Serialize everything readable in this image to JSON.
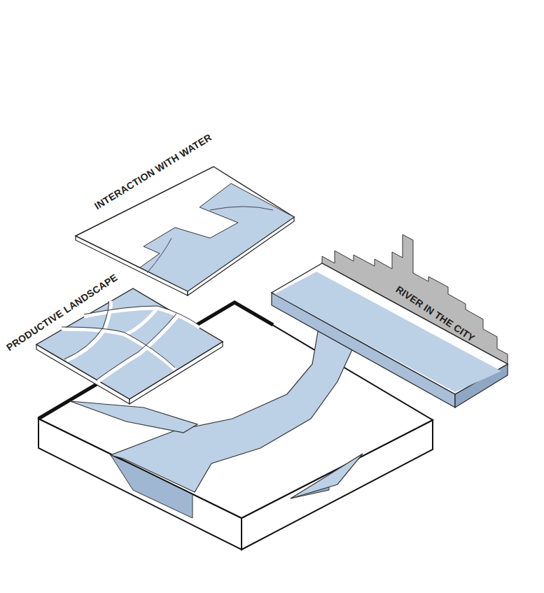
{
  "diagram": {
    "labels": [
      "INTERACTION WITH WATER",
      "PRODUCTIVE LANDSCAPE",
      "RIVER IN THE CITY"
    ]
  }
}
